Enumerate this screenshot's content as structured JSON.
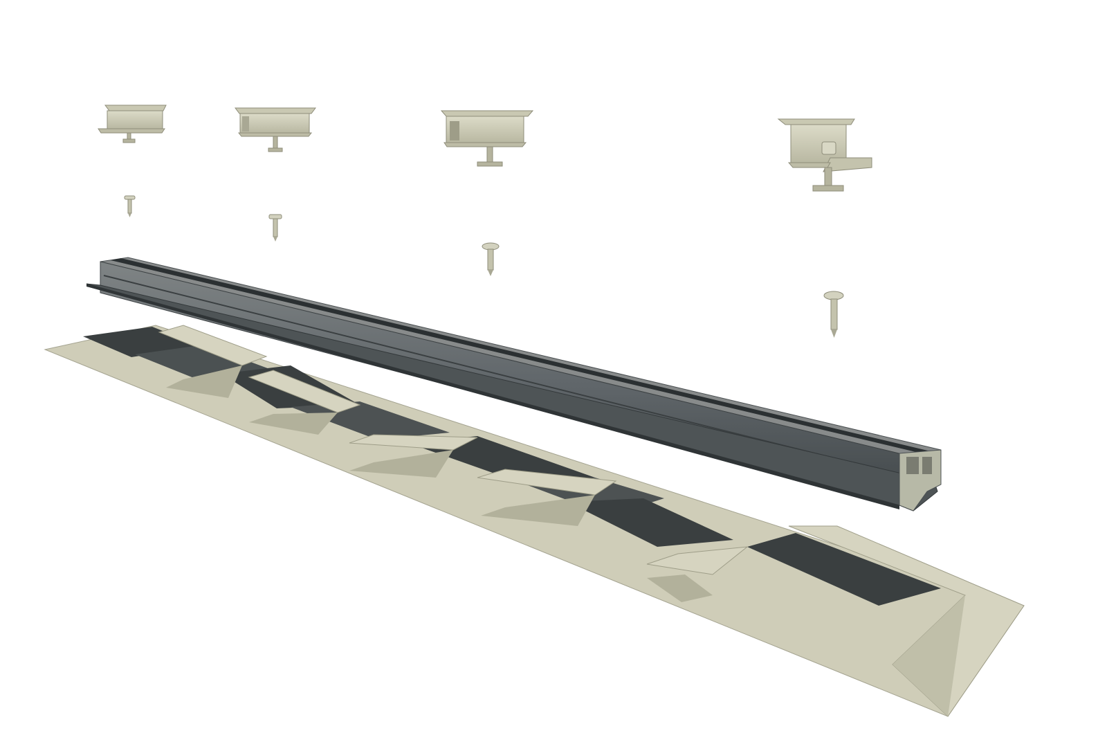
{
  "colors": {
    "background": "#ffffff",
    "metal_light": "#d3d2bf",
    "metal_mid": "#c4c3ad",
    "metal_dark": "#9e9d88",
    "metal_edge": "#6e6d60",
    "rail_top": "#8a8d8d",
    "rail_face": "#656a6c",
    "rail_dark": "#3d4244",
    "rail_slot": "#2b3032",
    "trough": "#3a3f40",
    "trough_shadow": "#5b6060"
  },
  "components": [
    {
      "name": "small-end-clamp",
      "kind": "clamp"
    },
    {
      "name": "medium-mid-clamp",
      "kind": "clamp"
    },
    {
      "name": "large-mid-clamp",
      "kind": "clamp"
    },
    {
      "name": "end-clamp-with-bolt",
      "kind": "clamp"
    },
    {
      "name": "screw-1",
      "kind": "screw"
    },
    {
      "name": "screw-2",
      "kind": "screw"
    },
    {
      "name": "screw-3",
      "kind": "screw"
    },
    {
      "name": "screw-4",
      "kind": "screw"
    },
    {
      "name": "mounting-rail",
      "kind": "rail"
    },
    {
      "name": "trapezoidal-metal-sheet",
      "kind": "roof-sheet"
    }
  ]
}
